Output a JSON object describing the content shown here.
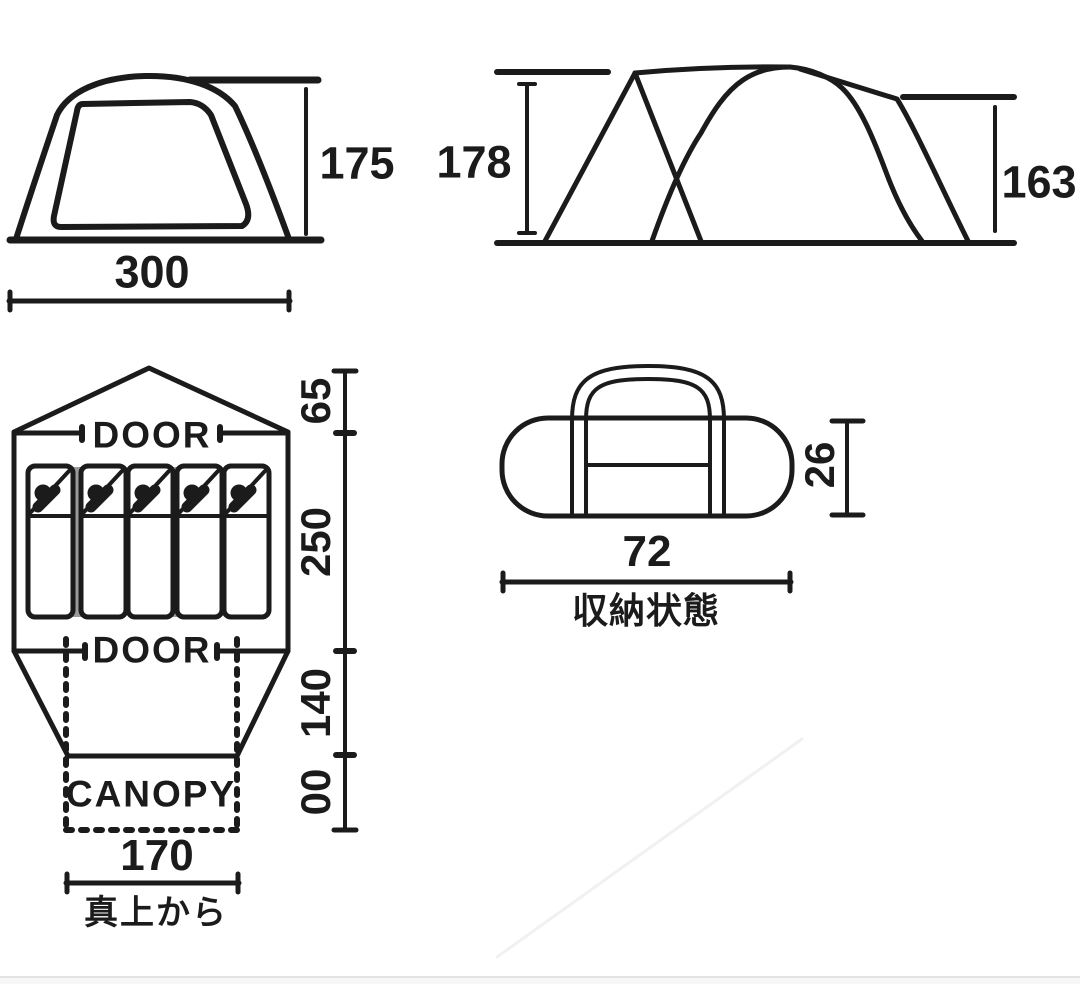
{
  "front_view": {
    "height": "175",
    "width": "300"
  },
  "side_view": {
    "peak_height": "178",
    "rear_height": "163"
  },
  "floor_plan": {
    "door_front": "DOOR",
    "door_rear": "DOOR",
    "canopy": "CANOPY",
    "canopy_width": "170",
    "caption": "真上から",
    "depths": [
      "65",
      "250",
      "140",
      "00"
    ],
    "sleeping_bag_count": 5
  },
  "storage": {
    "width": "72",
    "height": "26",
    "caption": "収納状態"
  },
  "colors": {
    "line": "#1b1b1b",
    "divider_gray": "#9b9b9b"
  }
}
